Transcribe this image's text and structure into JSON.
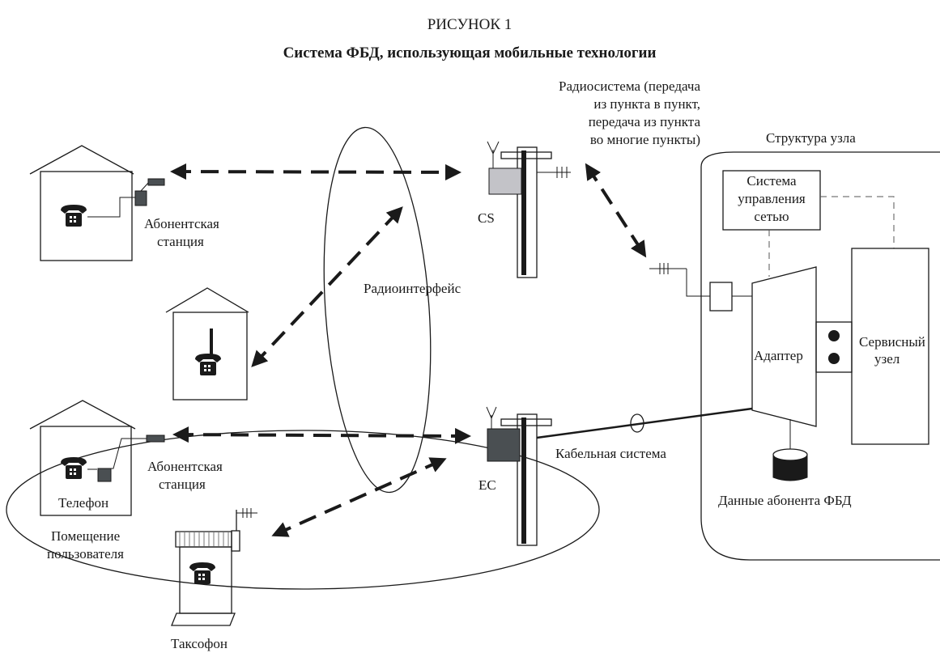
{
  "figure": {
    "number": "РИСУНОК 1",
    "title": "Система ФБД, использующая мобильные технологии"
  },
  "labels": {
    "radio_system": [
      "Радиосистема (передача",
      "из пункта в пункт,",
      "передача из пункта",
      "во многие пункты)"
    ],
    "node_structure": "Структура узла",
    "network_mgmt": [
      "Система",
      "управления",
      "сетью"
    ],
    "subscriber_station_top": [
      "Абонентская",
      "станция"
    ],
    "cs": "CS",
    "radio_interface": "Радиоинтерфейс",
    "adapter": "Адаптер",
    "service_node": [
      "Сервисный",
      "узел"
    ],
    "cable_system": "Кабельная система",
    "ec": "EC",
    "subscriber_station_bottom": [
      "Абонентская",
      "станция"
    ],
    "telephone": "Телефон",
    "user_premises": [
      "Помещение",
      "пользователя"
    ],
    "subscriber_data": "Данные абонента ФБД",
    "payphone": "Таксофон"
  },
  "colors": {
    "ink": "#1a1a1a",
    "cs_box": "#c3c3c8",
    "ec_box": "#4a4f52",
    "station_box": "#4a4f52"
  }
}
